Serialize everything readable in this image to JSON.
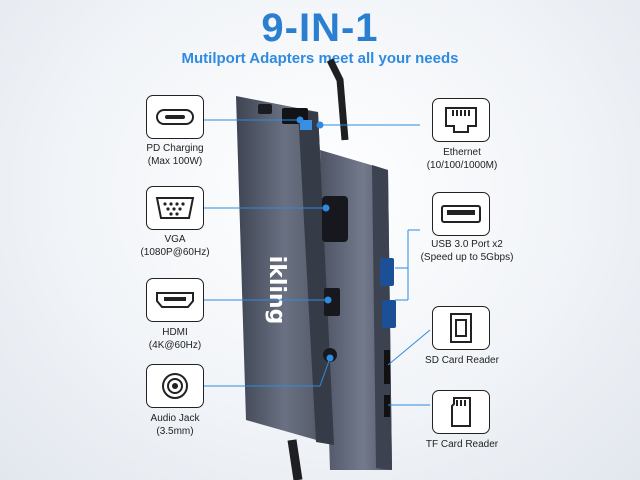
{
  "header": {
    "title": "9-IN-1",
    "subtitle": "Mutilport Adapters meet all your needs"
  },
  "brand": "ikling",
  "ports_left": [
    {
      "name": "PD Charging",
      "spec": "(Max 100W)",
      "icon": "usb-c-icon"
    },
    {
      "name": "VGA",
      "spec": "(1080P@60Hz)",
      "icon": "vga-icon"
    },
    {
      "name": "HDMI",
      "spec": "(4K@60Hz)",
      "icon": "hdmi-icon"
    },
    {
      "name": "Audio Jack",
      "spec": "(3.5mm)",
      "icon": "audio-jack-icon"
    }
  ],
  "ports_right": [
    {
      "name": "Ethernet",
      "spec": "(10/100/1000M)",
      "icon": "ethernet-icon"
    },
    {
      "name": "USB 3.0 Port x2",
      "spec": "(Speed up to 5Gbps)",
      "icon": "usb-a-icon"
    },
    {
      "name": "SD Card Reader",
      "spec": "",
      "icon": "sd-card-icon"
    },
    {
      "name": "TF Card Reader",
      "spec": "",
      "icon": "tf-card-icon"
    }
  ],
  "colors": {
    "accent": "#2b7fd0",
    "hub_body": "#5a6172",
    "line": "#2f8be0"
  }
}
